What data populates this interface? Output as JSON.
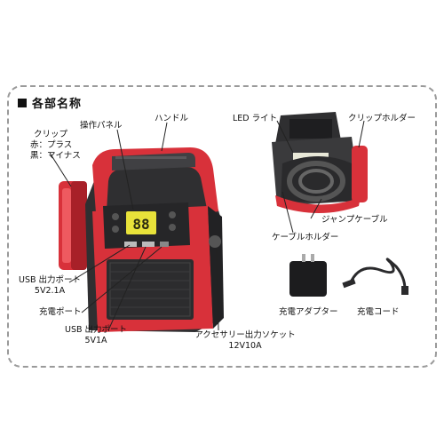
{
  "section": {
    "title": "各部名称"
  },
  "labels": {
    "clip_title": "クリップ",
    "clip_red": "赤：プラス",
    "clip_black": "黒：マイナス",
    "control_panel": "操作パネル",
    "handle": "ハンドル",
    "usb_port_1_name": "USB 出力ポート",
    "usb_port_1_spec": "5V2.1A",
    "charge_port": "充電ポート",
    "usb_port_2_name": "USB 出力ポート",
    "usb_port_2_spec": "5V1A",
    "accessory_socket_name": "アクセサリー出力ソケット",
    "accessory_socket_spec": "12V10A",
    "led_light": "LED ライト",
    "clip_holder": "クリップホルダー",
    "jump_cable": "ジャンプケーブル",
    "cable_holder": "ケーブルホルダー",
    "charge_adapter": "充電アダプター",
    "charge_cord": "充電コード"
  },
  "display": {
    "readout": "88"
  },
  "colors": {
    "body_red": "#d8313a",
    "body_dark": "#3a3a3c",
    "panel_dark": "#262628",
    "lcd": "#e8e23a",
    "frame": "#9a9a9a"
  }
}
